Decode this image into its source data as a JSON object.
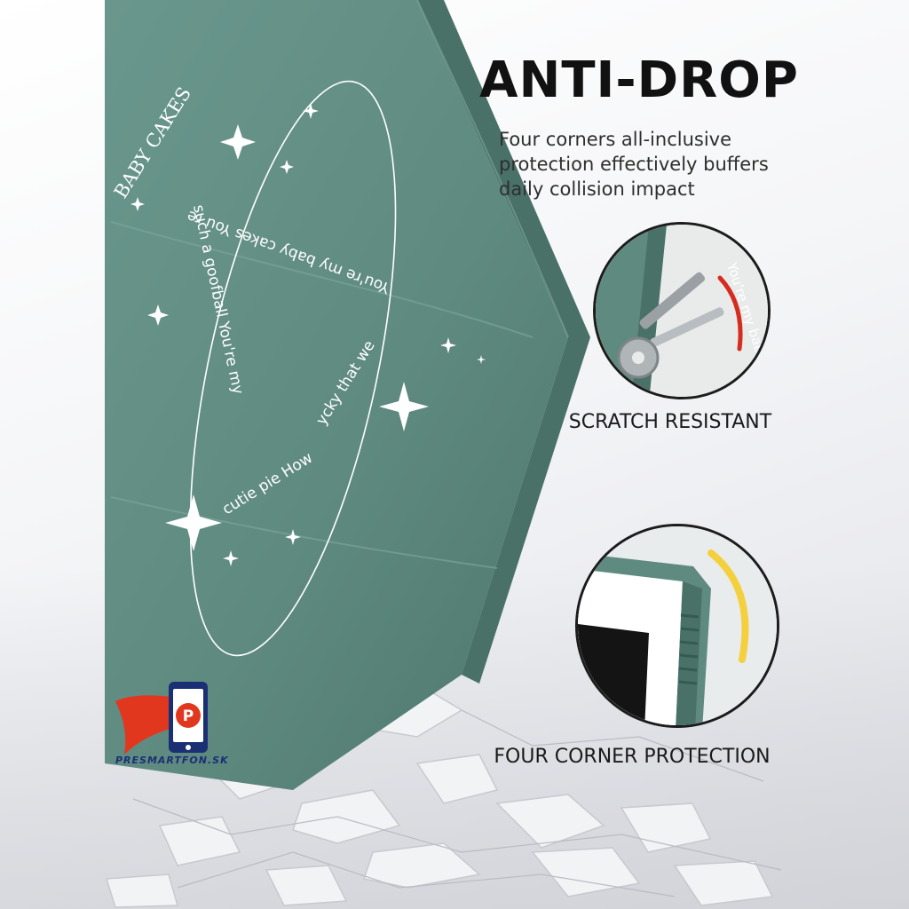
{
  "headline": "ANTI-DROP",
  "subtext": {
    "line1": "Four corners all-inclusive",
    "line2": "protection effectively buffers",
    "line3": "daily collision impact"
  },
  "features": {
    "scratch_label": "SCRATCH RESISTANT",
    "corner_label": "FOUR CORNER PROTECTION"
  },
  "case_print": {
    "top_text": "BABY CAKES",
    "ring_text_1": "You're my baby cakes You re",
    "ring_text_2": "such a goofball You're my",
    "ring_text_3": "cutie pie How",
    "ring_text_4": "ycky that we",
    "zoom_text": "You're my baby"
  },
  "brand": {
    "logo_text": "PRESMARTFON.SK",
    "logo_letter": "P"
  },
  "colors": {
    "case_green": "#5f8a80",
    "case_green_dark": "#4d766c",
    "print_white": "#ffffff",
    "headline": "#111111",
    "logo_blue": "#1b2f74",
    "logo_red": "#e2371f",
    "highlight_yellow": "#f4d03f",
    "highlight_red": "#d62c1f"
  },
  "icons": {
    "logo": "phone-with-cape-logo-icon",
    "sparkle": "four-point-star-icon"
  }
}
